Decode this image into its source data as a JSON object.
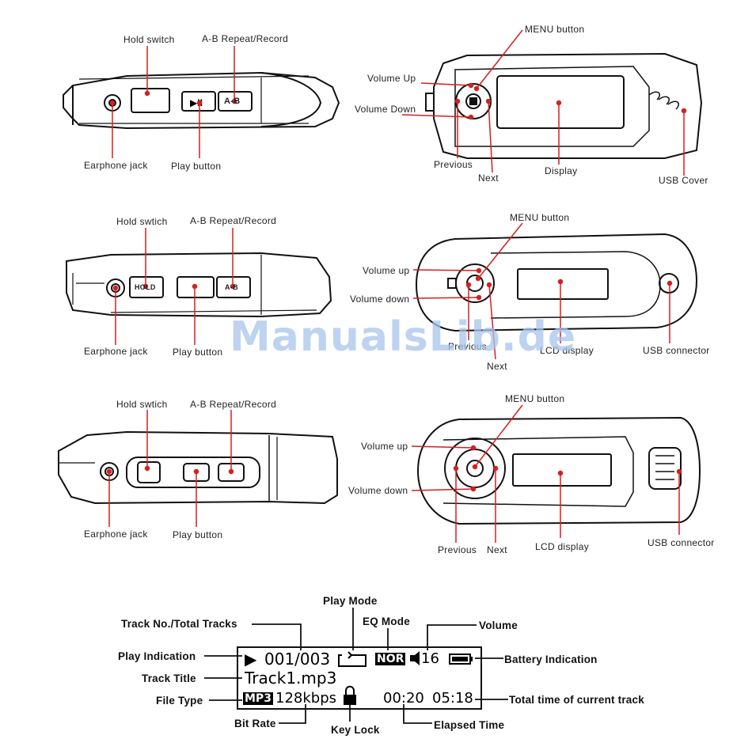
{
  "diagram1": {
    "side": {
      "hold_switch": "Hold switch",
      "ab_repeat": "A-B Repeat/Record",
      "earphone": "Earphone jack",
      "play": "Play button",
      "btn_ab": "A-B"
    },
    "front": {
      "menu": "MENU button",
      "vol_up": "Volume Up",
      "vol_down": "Volume Down",
      "previous": "Previous",
      "next": "Next",
      "display": "Display",
      "usb": "USB Cover"
    }
  },
  "diagram2": {
    "side": {
      "hold_switch": "Hold swtich",
      "ab_repeat": "A-B Repeat/Record",
      "earphone": "Earphone jack",
      "play": "Play button",
      "btn_hold": "HOLD",
      "btn_ab": "A-B"
    },
    "front": {
      "menu": "MENU button",
      "vol_up": "Volume up",
      "vol_down": "Volume down",
      "previous": "Previous",
      "next": "Next",
      "display": "LCD display",
      "usb": "USB connector"
    }
  },
  "diagram3": {
    "side": {
      "hold_switch": "Hold swtich",
      "ab_repeat": "A-B Repeat/Record",
      "earphone": "Earphone jack",
      "play": "Play button"
    },
    "front": {
      "menu": "MENU button",
      "vol_up": "Volume up",
      "vol_down": "Volume down",
      "previous": "Previous",
      "next": "Next",
      "display": "LCD display",
      "usb": "USB connector"
    }
  },
  "lcd": {
    "labels": {
      "play_mode": "Play Mode",
      "track_no": "Track No./Total Tracks",
      "eq_mode": "EQ Mode",
      "volume": "Volume",
      "play_indication": "Play Indication",
      "battery": "Battery Indication",
      "track_title": "Track Title",
      "file_type": "File Type",
      "total_time": "Total time of current track",
      "bit_rate": "Bit Rate",
      "key_lock": "Key Lock",
      "elapsed": "Elapsed Time"
    },
    "screen": {
      "play_glyph": "▶",
      "track": "001/003",
      "eq": "NOR",
      "volume_value": "16",
      "title": "Track1.mp3",
      "file_type": "MP3",
      "bitrate": "128kbps",
      "elapsed": "00:20",
      "total": "05:18"
    }
  },
  "watermark": "ManualsLib.de"
}
